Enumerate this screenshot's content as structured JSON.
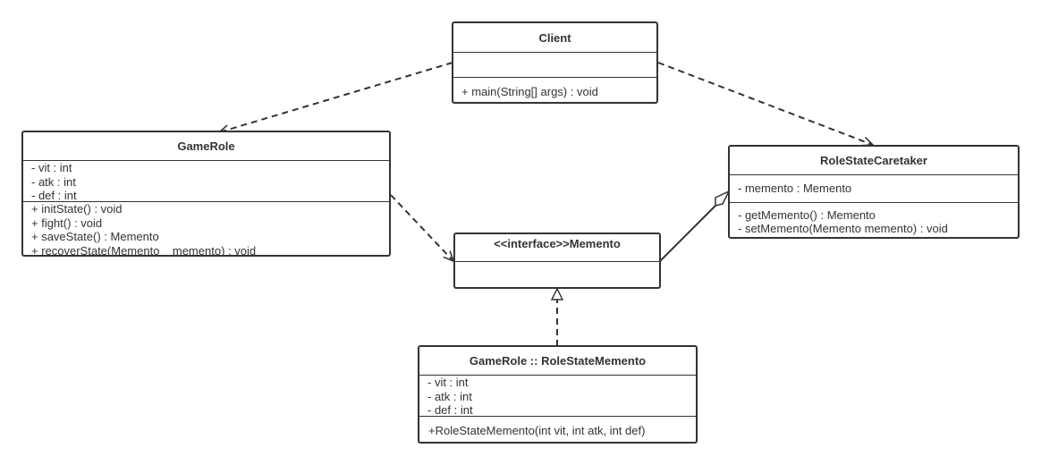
{
  "classes": {
    "client": {
      "name": "Client",
      "attributes": [],
      "methods": [
        "+ main(String[] args) : void"
      ]
    },
    "gamerole": {
      "name": "GameRole",
      "attributes": [
        "- vit : int",
        "- atk : int",
        "- def : int"
      ],
      "methods": [
        "+ initState() : void",
        "+ fight() : void",
        "+ saveState() : Memento",
        "+ recoverState(Memento    memento) : void"
      ]
    },
    "memento": {
      "name": "<<interface>>Memento",
      "attributes": [],
      "methods": []
    },
    "caretaker": {
      "name": "RoleStateCaretaker",
      "attributes": [
        "- memento : Memento"
      ],
      "methods": [
        "- getMemento() : Memento",
        "- setMemento(Memento memento) : void"
      ]
    },
    "rolestatememento": {
      "name": "GameRole :: RoleStateMemento",
      "attributes": [
        "- vit : int",
        "- atk : int",
        "- def : int"
      ],
      "methods": [
        "+RoleStateMemento(int vit, int atk, int def)"
      ]
    }
  },
  "colors": {
    "line": "#333333",
    "background": "#ffffff"
  }
}
